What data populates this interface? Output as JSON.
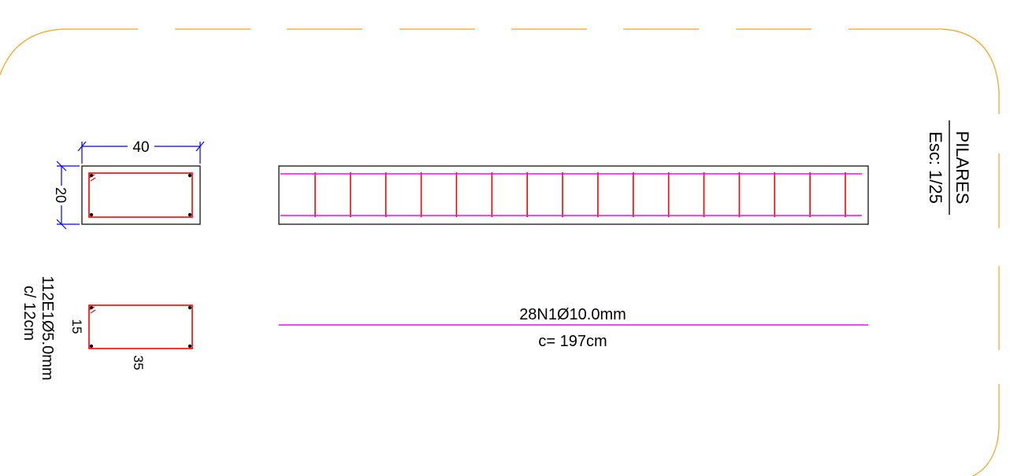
{
  "section": {
    "width_label": "40",
    "height_label": "20"
  },
  "stirrup": {
    "width_label": "35",
    "height_label": "15",
    "spec_line1": "112E1Ø5.0mm",
    "spec_line2": "c/ 12cm",
    "count_in_elevation": 16
  },
  "longitudinal_bar": {
    "spec": "28N1Ø10.0mm",
    "length": "c= 197cm"
  },
  "title": {
    "name": "PILARES",
    "scale": "Esc: 1/25"
  },
  "colors": {
    "frame": "#f5a11a",
    "dimension": "#0000ff",
    "stirrup": "#ff0000",
    "bar": "#ff00ff",
    "outline": "#000000"
  }
}
